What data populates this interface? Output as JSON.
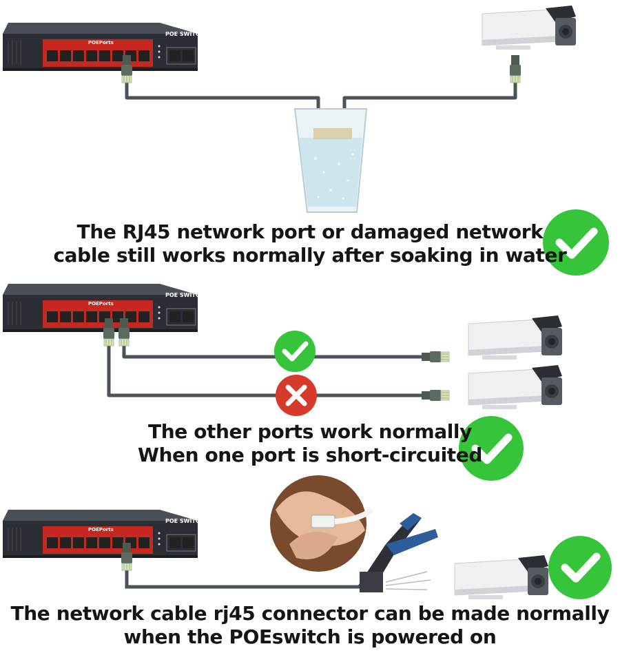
{
  "switch_label": "POE SWITCH",
  "ports_label": "POEPorts",
  "captions": [
    {
      "line1": "The RJ45 network port or damaged network",
      "line2": "cable still works normally after soaking in water"
    },
    {
      "line1": "The other ports work normally",
      "line2": "When one port is short-circuited"
    },
    {
      "line1": "The network cable rj45 connector can be made normally",
      "line2": "when the POEswitch is powered on"
    }
  ],
  "icons": {
    "check": "check-circle-icon",
    "cross": "cross-circle-icon"
  },
  "colors": {
    "check_green": "#36c53a",
    "cross_red": "#d63a2b",
    "cable": "#4a5358",
    "switch_red": "#c6271e",
    "switch_body": "#2e3238",
    "water": "#cde6ee"
  }
}
